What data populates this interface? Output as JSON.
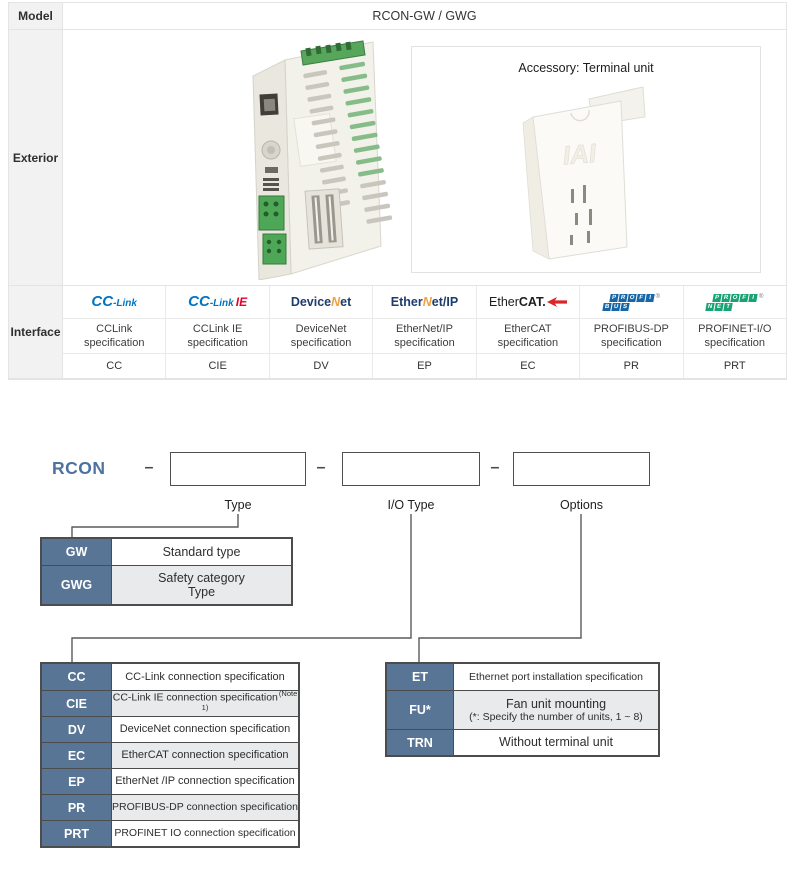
{
  "spec_table": {
    "model": {
      "label": "Model",
      "value": "RCON-GW / GWG"
    },
    "exterior": {
      "label": "Exterior",
      "accessory_caption": "Accessory: Terminal unit",
      "device_brand": "IAI"
    },
    "interface": {
      "label": "Interface",
      "columns": [
        {
          "id": "cclink",
          "spec": "CCLink specification",
          "code": "CC"
        },
        {
          "id": "cclink_ie",
          "spec": "CCLink IE specification",
          "code": "CIE"
        },
        {
          "id": "devicenet",
          "spec": "DeviceNet specification",
          "code": "DV"
        },
        {
          "id": "ethernet_ip",
          "spec": "EtherNet/IP specification",
          "code": "EP"
        },
        {
          "id": "ethercat",
          "spec": "EtherCAT specification",
          "code": "EC"
        },
        {
          "id": "profibus",
          "spec": "PROFIBUS-DP specification",
          "code": "PR"
        },
        {
          "id": "profinet",
          "spec": "PROFINET-I/O specification",
          "code": "PRT"
        }
      ]
    }
  },
  "logos": {
    "cclink": {
      "cc": "CC",
      "link": "-Link"
    },
    "cclink_ie": {
      "cc": "CC",
      "link": "-Link",
      "ie": "IE"
    },
    "devicenet": {
      "p1": "Device",
      "n": "N",
      "p2": "et"
    },
    "ethernet_ip": {
      "p1": "Ether",
      "n": "N",
      "p2": "et/IP"
    },
    "ethercat": {
      "p1": "Ether",
      "p2": "CAT."
    },
    "profibus": {
      "top": [
        "P",
        "R",
        "O",
        "F",
        "I"
      ],
      "bottom": [
        "B",
        "U",
        "S"
      ],
      "reg": "®"
    },
    "profinet": {
      "top": [
        "P",
        "R",
        "O",
        "F",
        "I"
      ],
      "bottom": [
        "N",
        "E",
        "T"
      ],
      "reg": "®"
    }
  },
  "model_code": {
    "prefix": "RCON",
    "dash": "–",
    "slot_labels": [
      "Type",
      "I/O Type",
      "Options"
    ],
    "type_table": {
      "rows": [
        {
          "code": "GW",
          "desc": "Standard type"
        },
        {
          "code": "GWG",
          "desc": "Safety category",
          "desc2": "Type"
        }
      ]
    },
    "io_table": {
      "rows": [
        {
          "code": "CC",
          "desc": "CC-Link connection specification"
        },
        {
          "code": "CIE",
          "desc": "CC-Link IE connection specification",
          "note": "(Note 1)"
        },
        {
          "code": "DV",
          "desc": "DeviceNet connection specification"
        },
        {
          "code": "EC",
          "desc": "EtherCAT connection specification"
        },
        {
          "code": "EP",
          "desc": "EtherNet /IP connection specification"
        },
        {
          "code": "PR",
          "desc": "PROFIBUS-DP connection specification"
        },
        {
          "code": "PRT",
          "desc": "PROFINET IO connection specification"
        }
      ]
    },
    "options_table": {
      "rows": [
        {
          "code": "ET",
          "desc": "Ethernet port installation specification"
        },
        {
          "code": "FU*",
          "desc": "Fan unit mounting",
          "desc2": "(*: Specify the number of units, 1 ~ 8)"
        },
        {
          "code": "TRN",
          "desc": "Without terminal unit"
        }
      ]
    }
  },
  "colors": {
    "accent_blue": "#4d72a0",
    "code_cell_bg": "#587595",
    "header_cell_bg": "#f2f2f2",
    "alt_row_bg": "#e8eaeb",
    "cclink_blue": "#0075c2",
    "cclink_ie_red": "#e60027",
    "devicenet_navy": "#1e3c6e",
    "stylized_n_orange": "#f0a03c",
    "ethercat_arrow_red": "#d8262c",
    "profibus_blue": "#1767a8",
    "profinet_green": "#19a374",
    "connector_green": "#4ea757"
  }
}
